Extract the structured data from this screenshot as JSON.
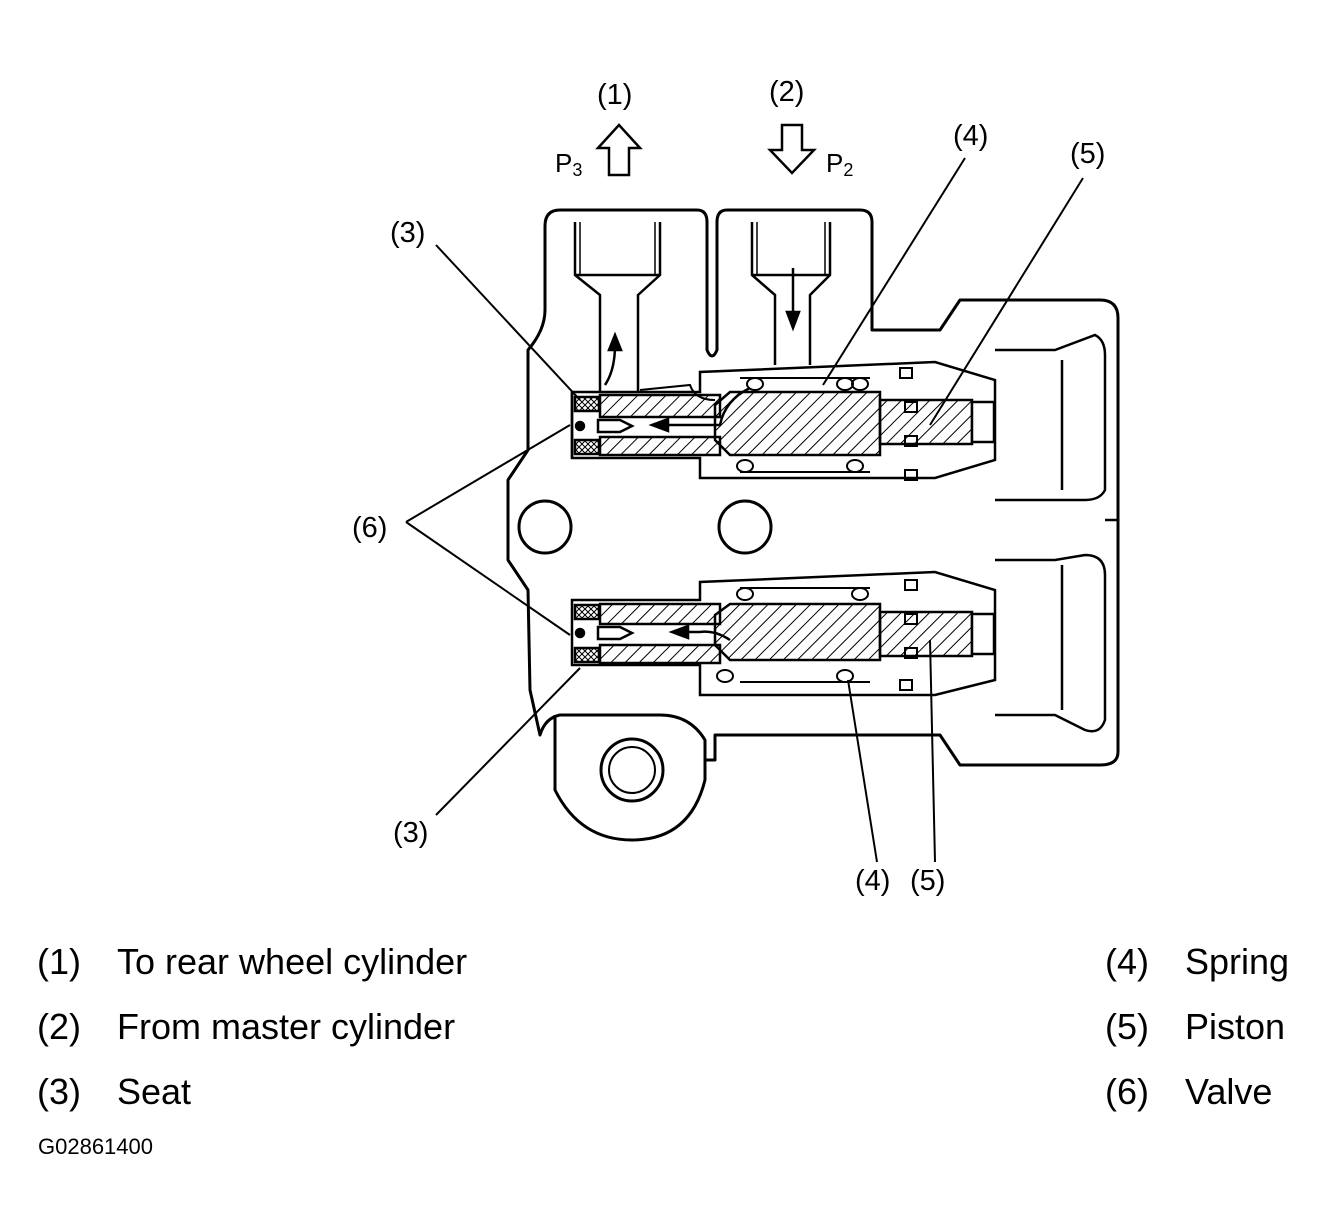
{
  "callouts": {
    "c1": "(1)",
    "c2": "(2)",
    "c3_top": "(3)",
    "c3_bottom": "(3)",
    "c4_top": "(4)",
    "c4_bottom": "(4)",
    "c5_top": "(5)",
    "c5_bottom": "(5)",
    "c6": "(6)"
  },
  "pressure_labels": {
    "p3_letter": "P",
    "p3_sub": "3",
    "p2_letter": "P",
    "p2_sub": "2"
  },
  "legend": [
    {
      "num": "(1)",
      "text": "To rear wheel cylinder"
    },
    {
      "num": "(2)",
      "text": "From master cylinder"
    },
    {
      "num": "(3)",
      "text": "Seat"
    },
    {
      "num": "(4)",
      "text": "Spring"
    },
    {
      "num": "(5)",
      "text": "Piston"
    },
    {
      "num": "(6)",
      "text": "Valve"
    }
  ],
  "figure_code": "G02861400"
}
